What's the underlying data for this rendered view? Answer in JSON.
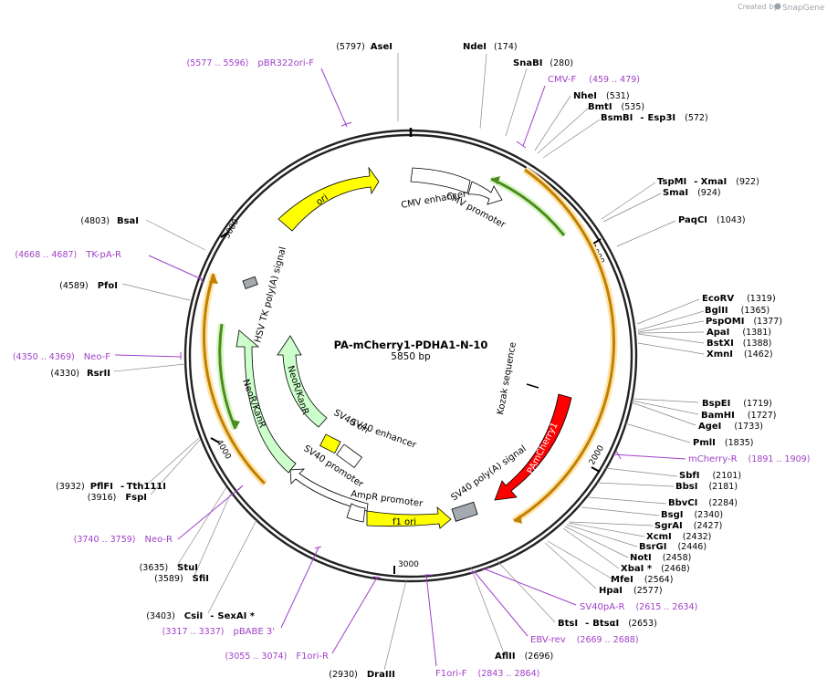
{
  "watermark": {
    "prefix": "Created by",
    "brand": "SnapGene"
  },
  "plasmid": {
    "name": "PA-mCherry1-PDHA1-N-10",
    "length_label": "5850 bp"
  },
  "ticks": [
    "1000",
    "2000",
    "3000",
    "4000",
    "5000"
  ],
  "features": {
    "cmv_enhancer": "CMV enhancer",
    "cmv_promoter": "CMV promoter",
    "ori": "ori",
    "hsv_tk": "HSV TK poly(A) signal",
    "neor_outer": "NeoR/KanR",
    "neor_inner": "NeoR/KanR",
    "sv40_ori": "SV40 ori",
    "sv40_enhancer": "SV40 enhancer",
    "sv40_promoter": "SV40 promoter",
    "ampr_promoter": "AmpR promoter",
    "f1_ori": "f1 ori",
    "sv40_polya": "SV40 poly(A) signal",
    "pamcherry": "PAmCherry1",
    "kozak": "Kozak sequence"
  },
  "colors": {
    "yellow_feature": "#ffff00",
    "promoter": "#ffffff",
    "marker": "#ccffcc",
    "cds_red": "#ff0000",
    "primer": "#a040c8",
    "primer_bind_orange": "#f5a623",
    "primer_bind_green": "#6aaa2a"
  },
  "sites": [
    {
      "name": "AseI",
      "pos": "(5797)"
    },
    {
      "name": "NdeI",
      "pos": "(174)"
    },
    {
      "name": "SnaBI",
      "pos": "(280)"
    },
    {
      "name": "NheI",
      "pos": "(531)"
    },
    {
      "name": "BmtI",
      "pos": "(535)"
    },
    {
      "name": "BsmBI",
      "name2": "Esp3I",
      "pos": "(572)"
    },
    {
      "name": "TspMI",
      "name2": "XmaI",
      "pos": "(922)"
    },
    {
      "name": "SmaI",
      "pos": "(924)"
    },
    {
      "name": "PaqCI",
      "pos": "(1043)"
    },
    {
      "name": "EcoRV",
      "pos": "(1319)"
    },
    {
      "name": "BglII",
      "pos": "(1365)"
    },
    {
      "name": "PspOMI",
      "pos": "(1377)"
    },
    {
      "name": "ApaI",
      "pos": "(1381)"
    },
    {
      "name": "BstXI",
      "pos": "(1388)"
    },
    {
      "name": "XmnI",
      "pos": "(1462)"
    },
    {
      "name": "BspEI",
      "pos": "(1719)"
    },
    {
      "name": "BamHI",
      "pos": "(1727)"
    },
    {
      "name": "AgeI",
      "pos": "(1733)"
    },
    {
      "name": "PmlI",
      "pos": "(1835)"
    },
    {
      "name": "SbfI",
      "pos": "(2101)"
    },
    {
      "name": "BbsI",
      "pos": "(2181)"
    },
    {
      "name": "BbvCI",
      "pos": "(2284)"
    },
    {
      "name": "BsgI",
      "pos": "(2340)"
    },
    {
      "name": "SgrAI",
      "pos": "(2427)"
    },
    {
      "name": "XcmI",
      "pos": "(2432)"
    },
    {
      "name": "BsrGI",
      "pos": "(2446)"
    },
    {
      "name": "NotI",
      "pos": "(2458)"
    },
    {
      "name": "XbaI *",
      "pos": "(2468)"
    },
    {
      "name": "MfeI",
      "pos": "(2564)"
    },
    {
      "name": "HpaI",
      "pos": "(2577)"
    },
    {
      "name": "BtsI",
      "name2": "BtsαI",
      "pos": "(2653)"
    },
    {
      "name": "AflII",
      "pos": "(2696)"
    },
    {
      "name": "DraIII",
      "pos": "(2930)"
    },
    {
      "name": "CsiI",
      "name2": "SexAI *",
      "pos": "(3403)"
    },
    {
      "name": "SfiI",
      "pos": "(3589)"
    },
    {
      "name": "StuI",
      "pos": "(3635)"
    },
    {
      "name": "FspI",
      "pos": "(3916)"
    },
    {
      "name": "PflFI",
      "name2": "Tth111I",
      "pos": "(3932)"
    },
    {
      "name": "RsrII",
      "pos": "(4330)"
    },
    {
      "name": "PfoI",
      "pos": "(4589)"
    },
    {
      "name": "BsaI",
      "pos": "(4803)"
    }
  ],
  "primers": [
    {
      "name": "pBR322ori-F",
      "range": "(5577 .. 5596)"
    },
    {
      "name": "CMV-F",
      "range": "(459 .. 479)"
    },
    {
      "name": "mCherry-R",
      "range": "(1891 .. 1909)"
    },
    {
      "name": "SV40pA-R",
      "range": "(2615 .. 2634)"
    },
    {
      "name": "EBV-rev",
      "range": "(2669 .. 2688)"
    },
    {
      "name": "F1ori-F",
      "range": "(2843 .. 2864)"
    },
    {
      "name": "F1ori-R",
      "range": "(3055 .. 3074)"
    },
    {
      "name": "pBABE 3'",
      "range": "(3317 .. 3337)"
    },
    {
      "name": "Neo-R",
      "range": "(3740 .. 3759)"
    },
    {
      "name": "Neo-F",
      "range": "(4350 .. 4369)"
    },
    {
      "name": "TK-pA-R",
      "range": "(4668 .. 4687)"
    }
  ]
}
